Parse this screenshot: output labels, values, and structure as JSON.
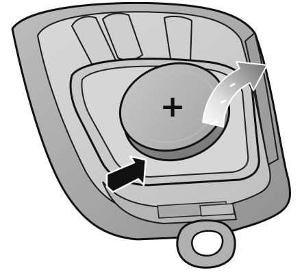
{
  "illustration": {
    "battery_symbol": "+",
    "icons": [
      "key-fob-shell",
      "coin-battery",
      "push-arrow",
      "lift-arrow"
    ]
  }
}
